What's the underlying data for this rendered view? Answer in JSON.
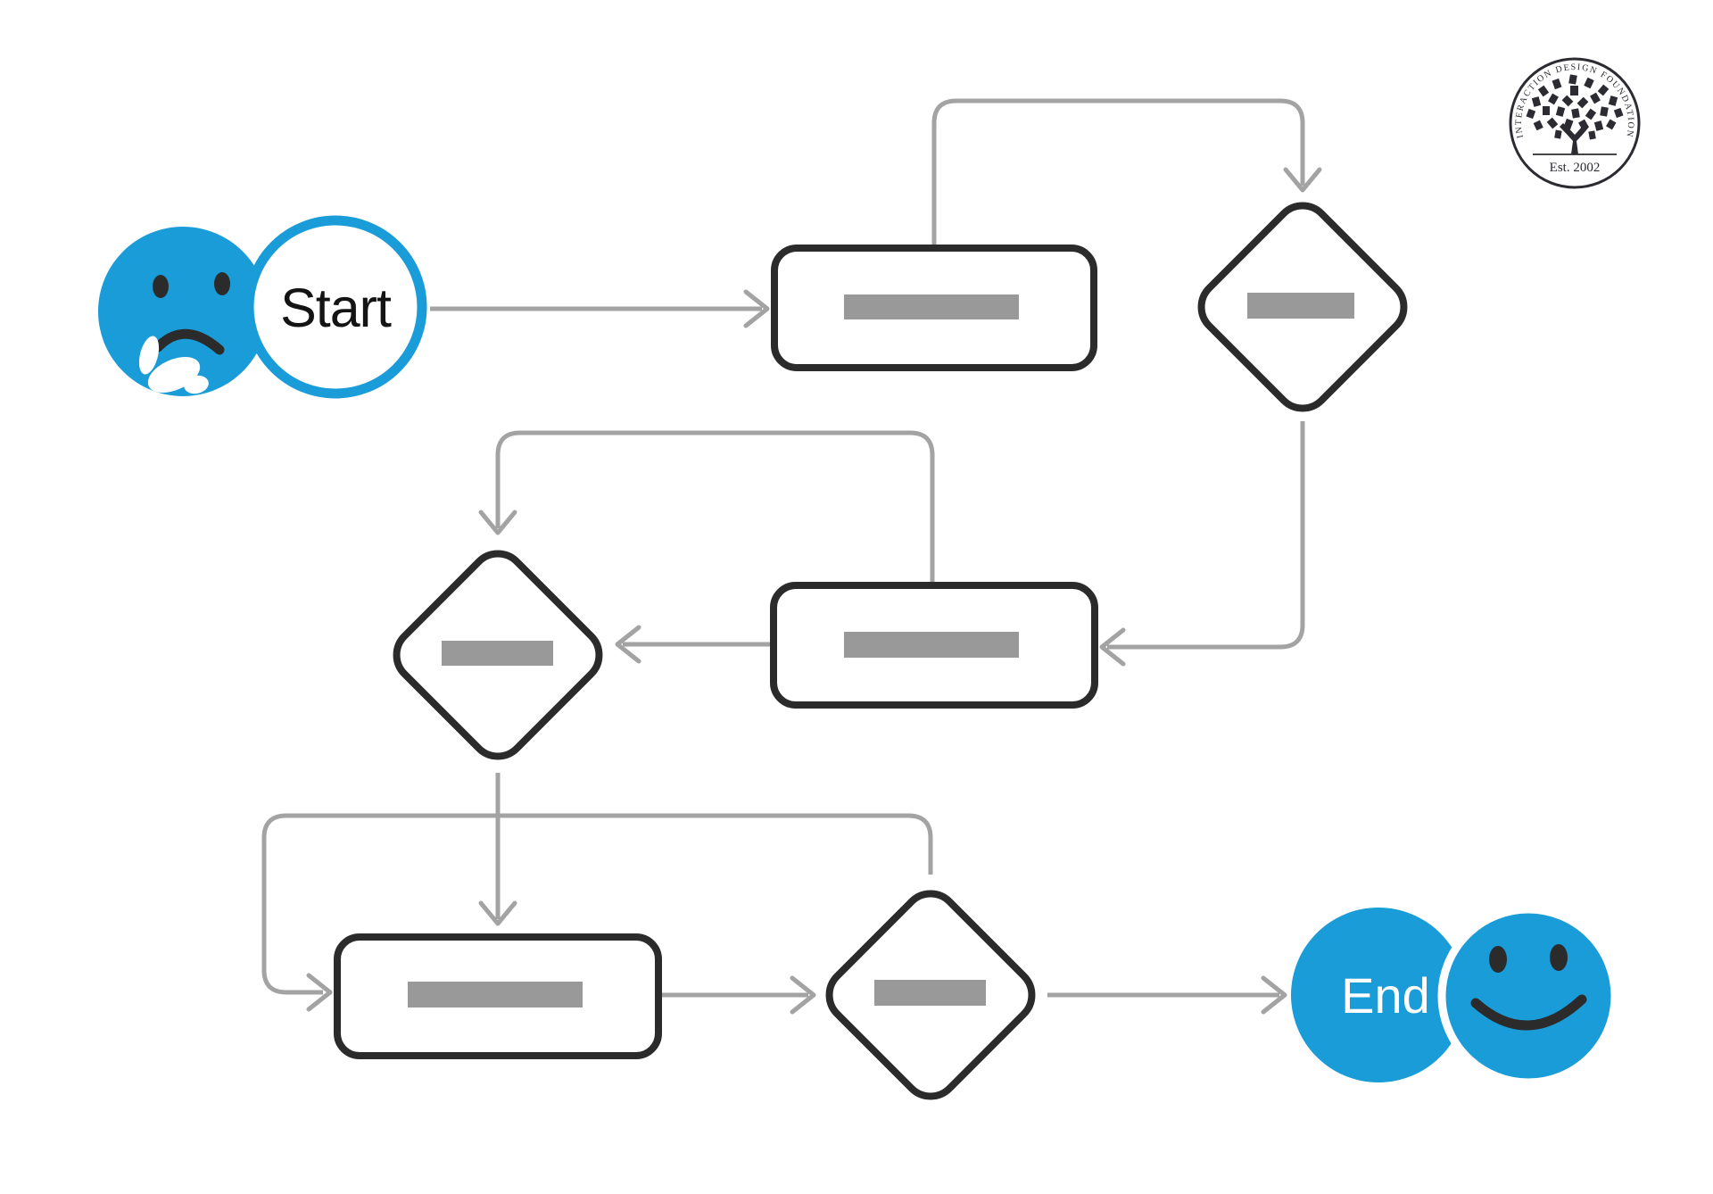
{
  "flowchart": {
    "start_label": "Start",
    "end_label": "End",
    "nodes": [
      {
        "id": "process-1",
        "type": "process",
        "label": ""
      },
      {
        "id": "decision-1",
        "type": "decision",
        "label": ""
      },
      {
        "id": "process-2",
        "type": "process",
        "label": ""
      },
      {
        "id": "decision-2",
        "type": "decision",
        "label": ""
      },
      {
        "id": "process-3",
        "type": "process",
        "label": ""
      },
      {
        "id": "decision-3",
        "type": "decision",
        "label": ""
      }
    ],
    "edges": [
      {
        "from": "start",
        "to": "process-1",
        "route": "straight"
      },
      {
        "from": "process-1",
        "to": "decision-1",
        "route": "loop-over-top"
      },
      {
        "from": "decision-1",
        "to": "process-2",
        "route": "down-then-left"
      },
      {
        "from": "process-2",
        "to": "decision-2",
        "route": "straight"
      },
      {
        "from": "process-2",
        "to": "decision-2",
        "route": "loop-over-top"
      },
      {
        "from": "decision-2",
        "to": "process-3",
        "route": "straight-down"
      },
      {
        "from": "decision-2",
        "to": "process-3",
        "route": "branch-left-into-side"
      },
      {
        "from": "decision-2",
        "to": "decision-3",
        "route": "branch-right-down"
      },
      {
        "from": "process-3",
        "to": "decision-3",
        "route": "straight"
      },
      {
        "from": "decision-3",
        "to": "end",
        "route": "straight"
      }
    ]
  },
  "logo": {
    "ring_text": "INTERACTION DESIGN FOUNDATION",
    "established": "Est. 2002"
  },
  "colors": {
    "brand_blue": "#1A9CD8",
    "outline_dark": "#2B2B2B",
    "connector_gray": "#A3A3A3",
    "placeholder_gray": "#999999",
    "canvas_white": "#FFFFFF"
  }
}
